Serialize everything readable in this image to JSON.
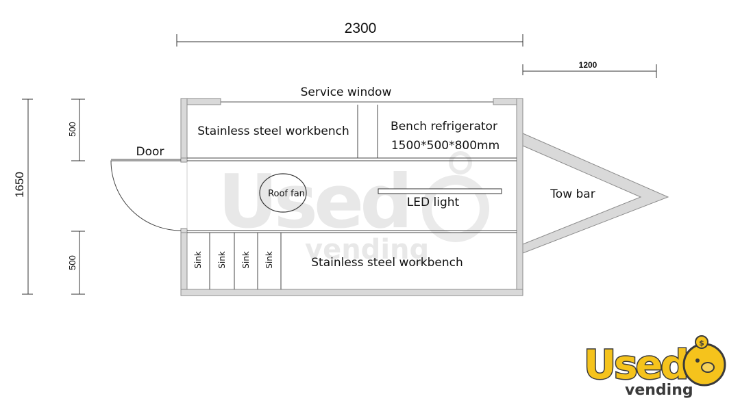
{
  "dimensions": {
    "overall_length": "2300",
    "tow_bar_length": "1200",
    "overall_width": "1650",
    "top_bench_depth": "500",
    "bottom_bench_depth": "500"
  },
  "labels": {
    "service_window": "Service window",
    "top_workbench": "Stainless steel workbench",
    "refrigerator_name": "Bench refrigerator",
    "refrigerator_size": "1500*500*800mm",
    "door": "Door",
    "roof_fan": "Roof fan",
    "led_light": "LED light",
    "tow_bar": "Tow bar",
    "bottom_workbench": "Stainless steel workbench",
    "sinks": [
      "Sink",
      "Sink",
      "Sink",
      "Sink"
    ]
  },
  "watermark": {
    "word": "Used",
    "subword": "vending"
  },
  "logo": {
    "word": "Used",
    "subword": "vending"
  },
  "colors": {
    "wall": "#8c8c8c",
    "wall_fill": "#d9d9d9",
    "line": "#333333",
    "logo_yellow": "#f5c31c",
    "logo_dark": "#3a3a3a",
    "watermark": "#e3e3e3"
  }
}
